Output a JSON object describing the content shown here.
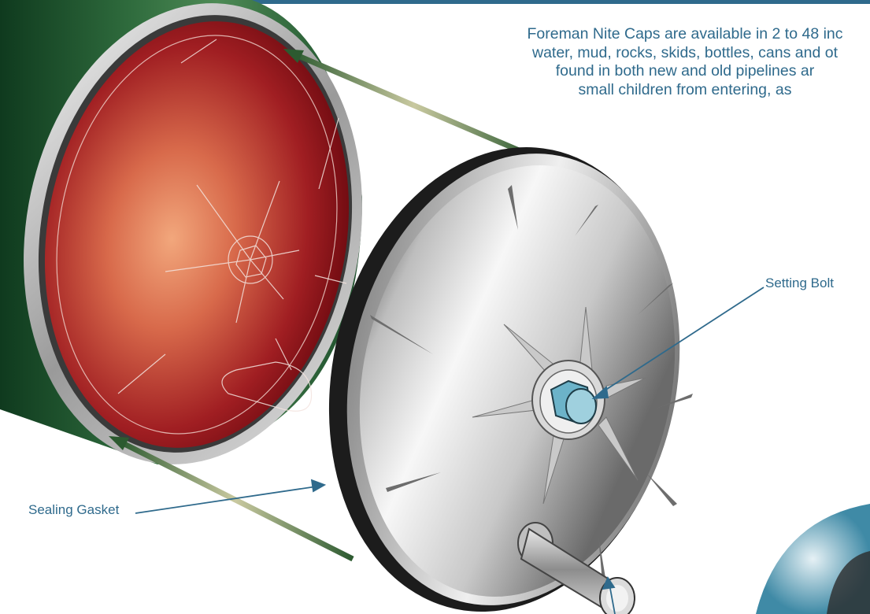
{
  "description_lines": [
    "Foreman Nite Caps are available in 2 to 48 inc",
    "water, mud, rocks, skids, bottles, cans and ot",
    "found in both new and old pipelines ar",
    "small children from entering, as"
  ],
  "callouts": {
    "setting_bolt": "Setting Bolt",
    "sealing_gasket": "Sealing Gasket"
  },
  "colors": {
    "label_blue": "#2f6a8c",
    "pipe_green": "#1f5a32",
    "pipe_interior": "#8b1116",
    "arrow_green": "#2c5a30",
    "arrow_tan": "#c9c9a0",
    "bolt_teal": "#6cb3c9"
  }
}
